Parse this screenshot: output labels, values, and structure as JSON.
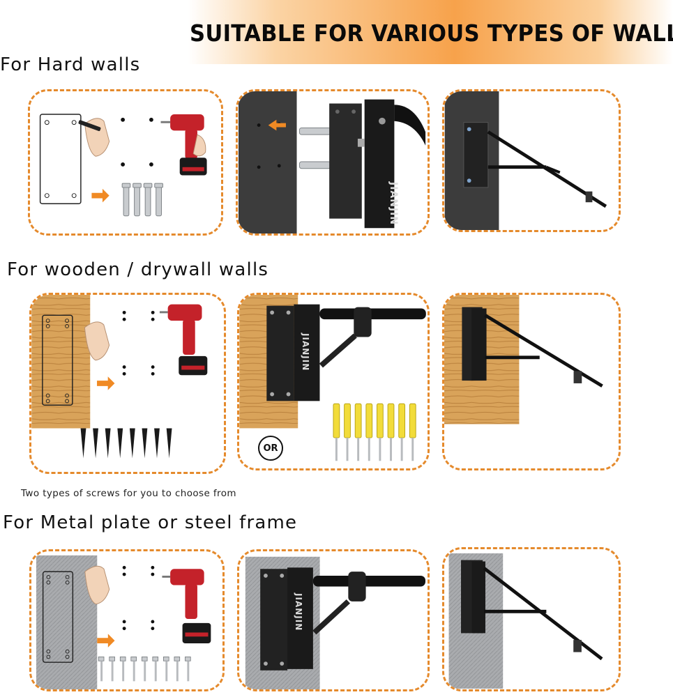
{
  "header": {
    "title": "SUITABLE FOR VARIOUS TYPES OF WALLS"
  },
  "sections": {
    "hard": {
      "title": "For Hard walls"
    },
    "wood": {
      "title": "For wooden / drywall walls"
    },
    "metal": {
      "title": "For Metal plate or steel frame"
    }
  },
  "caption": "Two types of screws for you to choose from",
  "or_label": "OR",
  "brand": "JIANJIN",
  "colors": {
    "accent": "#e58a2c",
    "banner": "#f7a24b",
    "wood": "#d9a35a",
    "bracket": "#1a1a1a",
    "metal": "#a9abae",
    "wall_dark": "#3c3c3c"
  }
}
